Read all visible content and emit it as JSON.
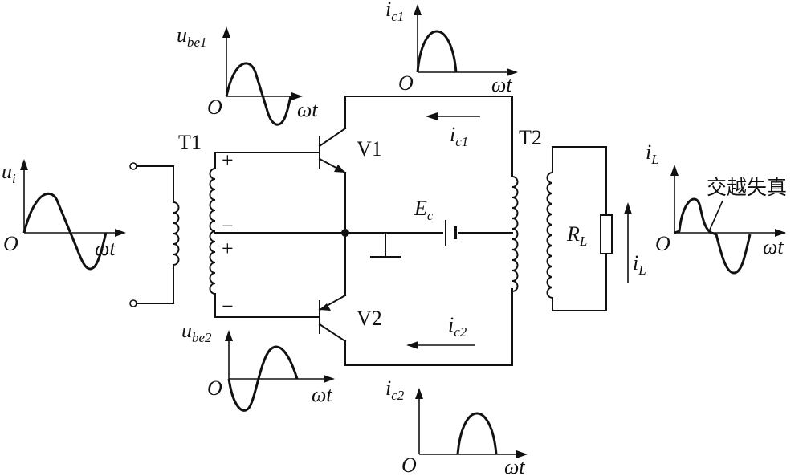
{
  "labels": {
    "t1": "T1",
    "t2": "T2",
    "v1": "V1",
    "v2": "V2",
    "crossover": "交越失真",
    "plus": "+",
    "minus": "−"
  },
  "symbols": {
    "ui": {
      "main": "u",
      "sub": "i"
    },
    "ube1": {
      "main": "u",
      "sub": "be1"
    },
    "ube2": {
      "main": "u",
      "sub": "be2"
    },
    "ic1": {
      "main": "i",
      "sub": "c1"
    },
    "ic2": {
      "main": "i",
      "sub": "c2"
    },
    "il": {
      "main": "i",
      "sub": "L"
    },
    "ec": {
      "main": "E",
      "sub": "c"
    },
    "rl": {
      "main": "R",
      "sub": "L"
    },
    "origin": "O",
    "omega_t": "ωt"
  }
}
